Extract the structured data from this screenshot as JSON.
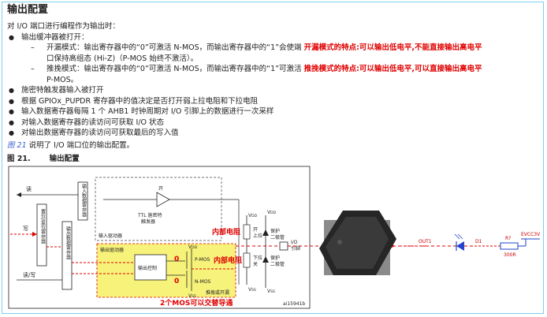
{
  "heading": "输出配置",
  "intro": "对 I/O 端口进行编程作为输出时：",
  "bullet_1": "输出缓冲器被打开：",
  "opendrain": {
    "dash": "–",
    "text": "开漏模式：输出寄存器中的“0”可激活  N-MOS，而输出寄存器中的“1”会使端",
    "note": "开漏模式的特点:可以输出低电平,不能直接输出高电平",
    "cont": "口保持高组态 (Hi-Z)（P-MOS 始终不激活）。"
  },
  "pushpull": {
    "dash": "–",
    "text": "推挽模式：输出寄存器中的“0”可激活  N-MOS，而输出寄存器中的“1”可激活",
    "note": "推挽模式的特点:可以输出低电平,可以直接输出高电平",
    "cont": "P-MOS。"
  },
  "bullets": [
    "施密特触发器输入被打开",
    "根据 GPIOx_PUPDR 寄存器中的值决定是否打开弱上拉电阻和下拉电阻",
    "输入数据寄存器每隔 1 个 AHB1 时钟周期对 I/O 引脚上的数据进行一次采样",
    "对输入数据寄存器的读访问可获取 I/O 状态",
    "对输出数据寄存器的读访问可获取最后的写入值"
  ],
  "figref": {
    "link": "图 21",
    "text": " 说明了 I/O 端口位的输出配置。"
  },
  "figure": {
    "label": "图 21.",
    "title": "输出配置",
    "labels": {
      "read": "读",
      "write": "写",
      "readwrite": "读/写",
      "bsrr": "置位/复位寄存器",
      "odr": "输出数据寄存器",
      "idr": "输入数据寄存器",
      "input_driver": "输入驱动器",
      "output_driver": "输出驱动器",
      "ttl": "TTL 施密特",
      "ttl2": "触发器",
      "on": "开",
      "output_control": "输出控制",
      "vdd": "V",
      "vdd_sub": "DD",
      "vss": "V",
      "vss_sub": "SS",
      "pmos": "P-MOS",
      "nmos": "N-MOS",
      "pp_od": "推挽或开漏",
      "pullup": "上拉",
      "pulldown": "下拉",
      "on_short": "开",
      "off": "关",
      "protect_diode_1": "保护",
      "protect_diode_1b": "二极管",
      "protect_diode_2": "保护",
      "protect_diode_2b": "二极管",
      "io_pin": "I/O",
      "io_pin2": "引脚",
      "code": "ai15941b",
      "zero_1": "0",
      "zero_2": "0",
      "internal_r_1": "内部电阻",
      "internal_r_2": "内部电阻",
      "alt_mos": "2个MOS可以交替导通",
      "led_label": "D1",
      "res_label": "R?",
      "res_value": "300R",
      "vcc": "EVCC3V",
      "led_net": "OUT1"
    }
  },
  "colors": {
    "note_red": "#e00000",
    "highlight": "#f7f27a",
    "link": "#3a5fcd",
    "frame": "#7fd0ea"
  }
}
